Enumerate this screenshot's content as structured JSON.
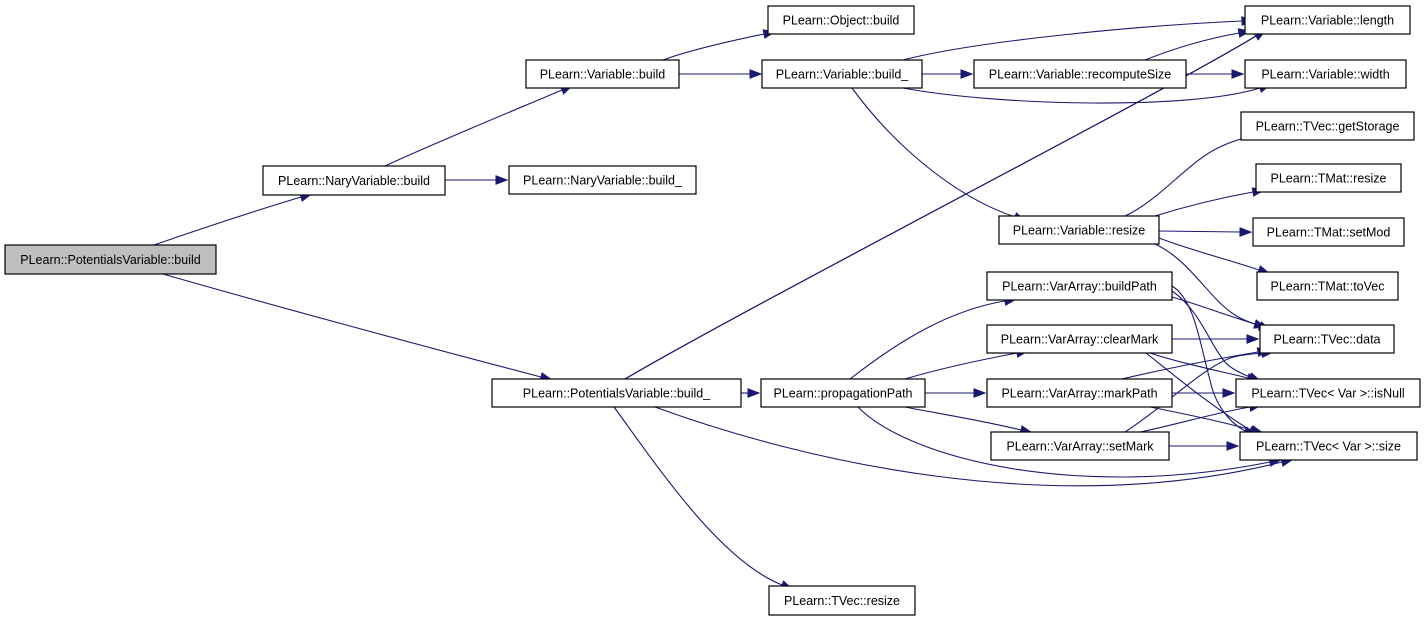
{
  "graph": {
    "colors": {
      "edge": "#191970",
      "node_border": "#000000",
      "root_fill": "#bfbfbf",
      "node_fill": "#ffffff"
    },
    "nodes": [
      {
        "id": "n0",
        "label": "PLearn::PotentialsVariable::build",
        "root": true
      },
      {
        "id": "n1",
        "label": "PLearn::NaryVariable::build"
      },
      {
        "id": "n2",
        "label": "PLearn::Variable::build"
      },
      {
        "id": "n3",
        "label": "PLearn::Object::build"
      },
      {
        "id": "n4",
        "label": "PLearn::Variable::build_"
      },
      {
        "id": "n5",
        "label": "PLearn::Variable::recomputeSize"
      },
      {
        "id": "n6",
        "label": "PLearn::Variable::length"
      },
      {
        "id": "n7",
        "label": "PLearn::Variable::width"
      },
      {
        "id": "n8",
        "label": "PLearn::NaryVariable::build_"
      },
      {
        "id": "n9",
        "label": "PLearn::Variable::resize"
      },
      {
        "id": "n10",
        "label": "PLearn::TVec::getStorage"
      },
      {
        "id": "n11",
        "label": "PLearn::TMat::resize"
      },
      {
        "id": "n12",
        "label": "PLearn::TMat::setMod"
      },
      {
        "id": "n13",
        "label": "PLearn::TMat::toVec"
      },
      {
        "id": "n14",
        "label": "PLearn::TVec::data"
      },
      {
        "id": "n15",
        "label": "PLearn::VarArray::buildPath"
      },
      {
        "id": "n16",
        "label": "PLearn::VarArray::clearMark"
      },
      {
        "id": "n17",
        "label": "PLearn::VarArray::markPath"
      },
      {
        "id": "n18",
        "label": "PLearn::VarArray::setMark"
      },
      {
        "id": "n19",
        "label": "PLearn::PotentialsVariable::build_"
      },
      {
        "id": "n20",
        "label": "PLearn::propagationPath"
      },
      {
        "id": "n21",
        "label": "PLearn::TVec< Var >::isNull"
      },
      {
        "id": "n22",
        "label": "PLearn::TVec< Var >::size"
      },
      {
        "id": "n23",
        "label": "PLearn::TVec::resize"
      }
    ],
    "edges": [
      [
        "n0",
        "n1"
      ],
      [
        "n0",
        "n19"
      ],
      [
        "n1",
        "n2"
      ],
      [
        "n1",
        "n8"
      ],
      [
        "n2",
        "n3"
      ],
      [
        "n2",
        "n4"
      ],
      [
        "n2",
        "n6"
      ],
      [
        "n4",
        "n5"
      ],
      [
        "n4",
        "n6"
      ],
      [
        "n4",
        "n7"
      ],
      [
        "n4",
        "n9"
      ],
      [
        "n5",
        "n6"
      ],
      [
        "n5",
        "n7"
      ],
      [
        "n9",
        "n10"
      ],
      [
        "n9",
        "n11"
      ],
      [
        "n9",
        "n12"
      ],
      [
        "n9",
        "n13"
      ],
      [
        "n9",
        "n14"
      ],
      [
        "n19",
        "n6"
      ],
      [
        "n19",
        "n20"
      ],
      [
        "n19",
        "n22"
      ],
      [
        "n19",
        "n23"
      ],
      [
        "n20",
        "n15"
      ],
      [
        "n20",
        "n16"
      ],
      [
        "n20",
        "n17"
      ],
      [
        "n20",
        "n18"
      ],
      [
        "n20",
        "n22"
      ],
      [
        "n15",
        "n14"
      ],
      [
        "n15",
        "n21"
      ],
      [
        "n15",
        "n22"
      ],
      [
        "n16",
        "n14"
      ],
      [
        "n16",
        "n21"
      ],
      [
        "n16",
        "n22"
      ],
      [
        "n17",
        "n14"
      ],
      [
        "n17",
        "n21"
      ],
      [
        "n17",
        "n22"
      ],
      [
        "n18",
        "n14"
      ],
      [
        "n18",
        "n21"
      ],
      [
        "n18",
        "n22"
      ]
    ]
  }
}
